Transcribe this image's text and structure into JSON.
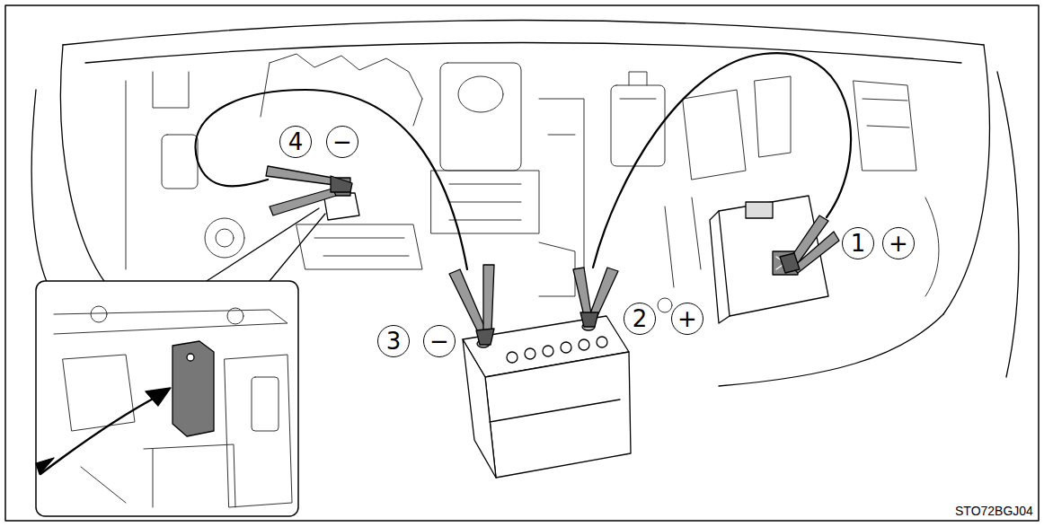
{
  "diagram": {
    "nodes": [
      {
        "text": [
          "4"
        ]
      },
      {
        "text": [
          "−"
        ]
      },
      {
        "text": [
          "1"
        ]
      },
      {
        "text": [
          "+"
        ]
      },
      {
        "text": [
          "2"
        ]
      },
      {
        "text": [
          "+"
        ]
      },
      {
        "text": [
          "3"
        ]
      },
      {
        "text": [
          "−"
        ]
      }
    ],
    "labels": [
      "STO72BGJ04"
    ]
  }
}
